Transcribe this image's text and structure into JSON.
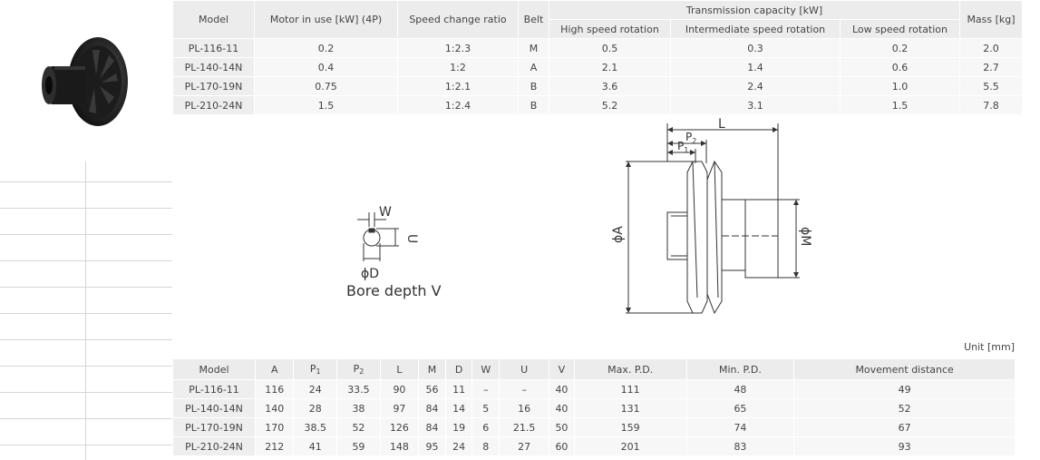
{
  "spec_table": {
    "headers": {
      "model": "Model",
      "motor": "Motor in use [kW] (4P)",
      "ratio": "Speed change ratio",
      "belt": "Belt",
      "capacity": "Transmission capacity [kW]",
      "high": "High speed rotation",
      "intermediate": "Intermediate speed rotation",
      "low": "Low speed rotation",
      "mass": "Mass [kg]"
    },
    "rows": [
      [
        "PL-116-11",
        "0.2",
        "1:2.3",
        "M",
        "0.5",
        "0.3",
        "0.2",
        "2.0"
      ],
      [
        "PL-140-14N",
        "0.4",
        "1:2",
        "A",
        "2.1",
        "1.4",
        "0.6",
        "2.7"
      ],
      [
        "PL-170-19N",
        "0.75",
        "1:2.1",
        "B",
        "3.6",
        "2.4",
        "1.0",
        "5.5"
      ],
      [
        "PL-210-24N",
        "1.5",
        "1:2.4",
        "B",
        "5.2",
        "3.1",
        "1.5",
        "7.8"
      ]
    ]
  },
  "drawing": {
    "bore_labels": {
      "w": "W",
      "u": "U",
      "d": "ϕD",
      "bore_depth": "Bore depth V"
    },
    "pulley_labels": {
      "l": "L",
      "p2": "P",
      "p2_sub": "2",
      "p1": "P",
      "p1_sub": "1",
      "a": "ϕA",
      "m": "ϕM"
    }
  },
  "unit_label": "Unit [mm]",
  "dim_table": {
    "headers": [
      "Model",
      "A",
      "P",
      "P",
      "L",
      "M",
      "D",
      "W",
      "U",
      "V",
      "Max. P.D.",
      "Min. P.D.",
      "Movement distance"
    ],
    "p_subs": [
      "1",
      "2"
    ],
    "rows": [
      [
        "PL-116-11",
        "116",
        "24",
        "33.5",
        "90",
        "56",
        "11",
        "–",
        "–",
        "40",
        "111",
        "48",
        "49"
      ],
      [
        "PL-140-14N",
        "140",
        "28",
        "38",
        "97",
        "84",
        "14",
        "5",
        "16",
        "40",
        "131",
        "65",
        "52"
      ],
      [
        "PL-170-19N",
        "170",
        "38.5",
        "52",
        "126",
        "84",
        "19",
        "6",
        "21.5",
        "50",
        "159",
        "74",
        "67"
      ],
      [
        "PL-210-24N",
        "212",
        "41",
        "59",
        "148",
        "95",
        "24",
        "8",
        "27",
        "60",
        "201",
        "83",
        "93"
      ]
    ]
  }
}
